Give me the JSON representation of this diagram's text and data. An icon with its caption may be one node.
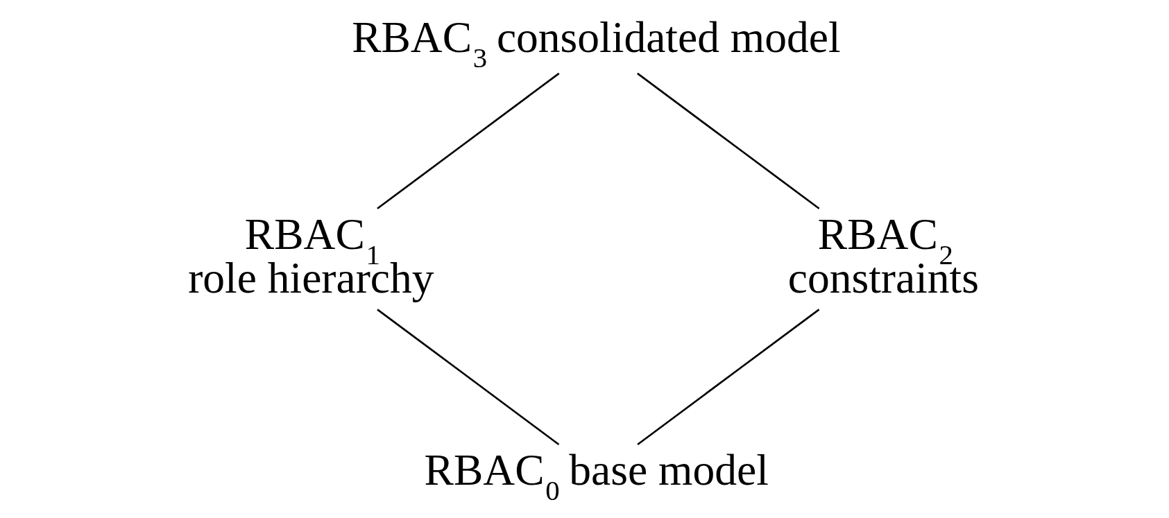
{
  "diagram": {
    "nodes": [
      {
        "text": [
          "RBAC$_{3}$ consolidated model"
        ]
      },
      {
        "text": [
          "RBAC$_{1}$ role hierarchy"
        ]
      },
      {
        "text": [
          "RBAC$_{2}$ constraints"
        ]
      },
      {
        "text": [
          "RBAC$_{0}$ base model"
        ]
      }
    ],
    "edges": [
      {
        "from": 0,
        "to": 1,
        "arrow": "none"
      },
      {
        "from": 0,
        "to": 2,
        "arrow": "none"
      },
      {
        "from": 1,
        "to": 3,
        "arrow": "none"
      },
      {
        "from": 2,
        "to": 3,
        "arrow": "none"
      }
    ]
  }
}
